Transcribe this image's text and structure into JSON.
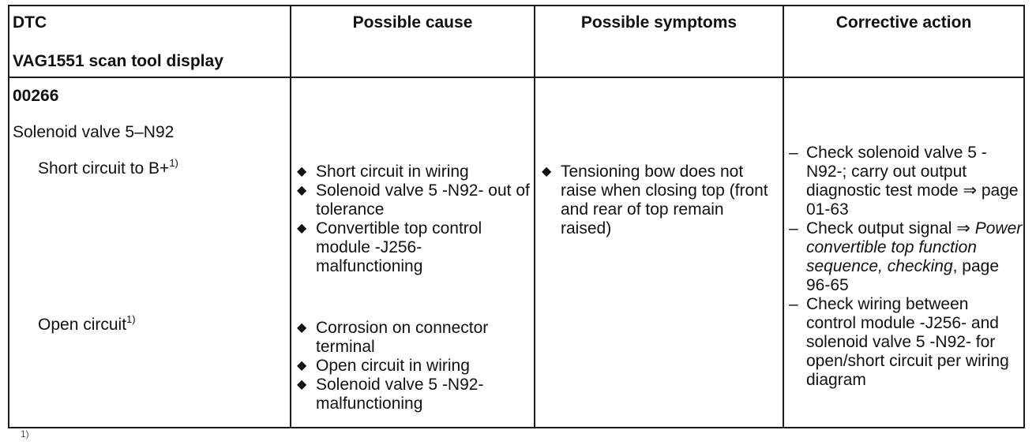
{
  "headers": {
    "col1_line1": "DTC",
    "col1_line2": "VAG1551 scan tool display",
    "col2": "Possible cause",
    "col3": "Possible symptoms",
    "col4": "Corrective action"
  },
  "row": {
    "code": "00266",
    "component": "Solenoid valve 5–N92",
    "fault1_label": "Short circuit to B+",
    "fault1_sup": "1)",
    "fault2_label": "Open circuit",
    "fault2_sup": "1)",
    "causes_fault1": [
      "Short circuit in wiring",
      "Solenoid valve 5 -N92- out of tolerance",
      "Convertible top control module -J256- malfunctioning"
    ],
    "causes_fault2": [
      "Corrosion on connector terminal",
      "Open circuit in wiring",
      "Solenoid valve 5 -N92- malfunctioning"
    ],
    "symptoms": [
      "Tensioning bow does not raise when closing top (front and rear of top remain raised)"
    ],
    "actions": [
      "Check solenoid valve 5 -N92-; carry out output diagnostic test mode ⇒ page 01-63",
      "Check output signal ⇒",
      "Check wiring between control module -J256- and solenoid valve 5 -N92- for open/short circuit per wiring diagram"
    ],
    "action2_italic": "Power convertible top function sequence, checking",
    "action2_tail": ", page 96-65"
  },
  "footnote_mark": "1)",
  "icons": {
    "bullet": "diamond-bullet",
    "dash": "dash-bullet"
  }
}
